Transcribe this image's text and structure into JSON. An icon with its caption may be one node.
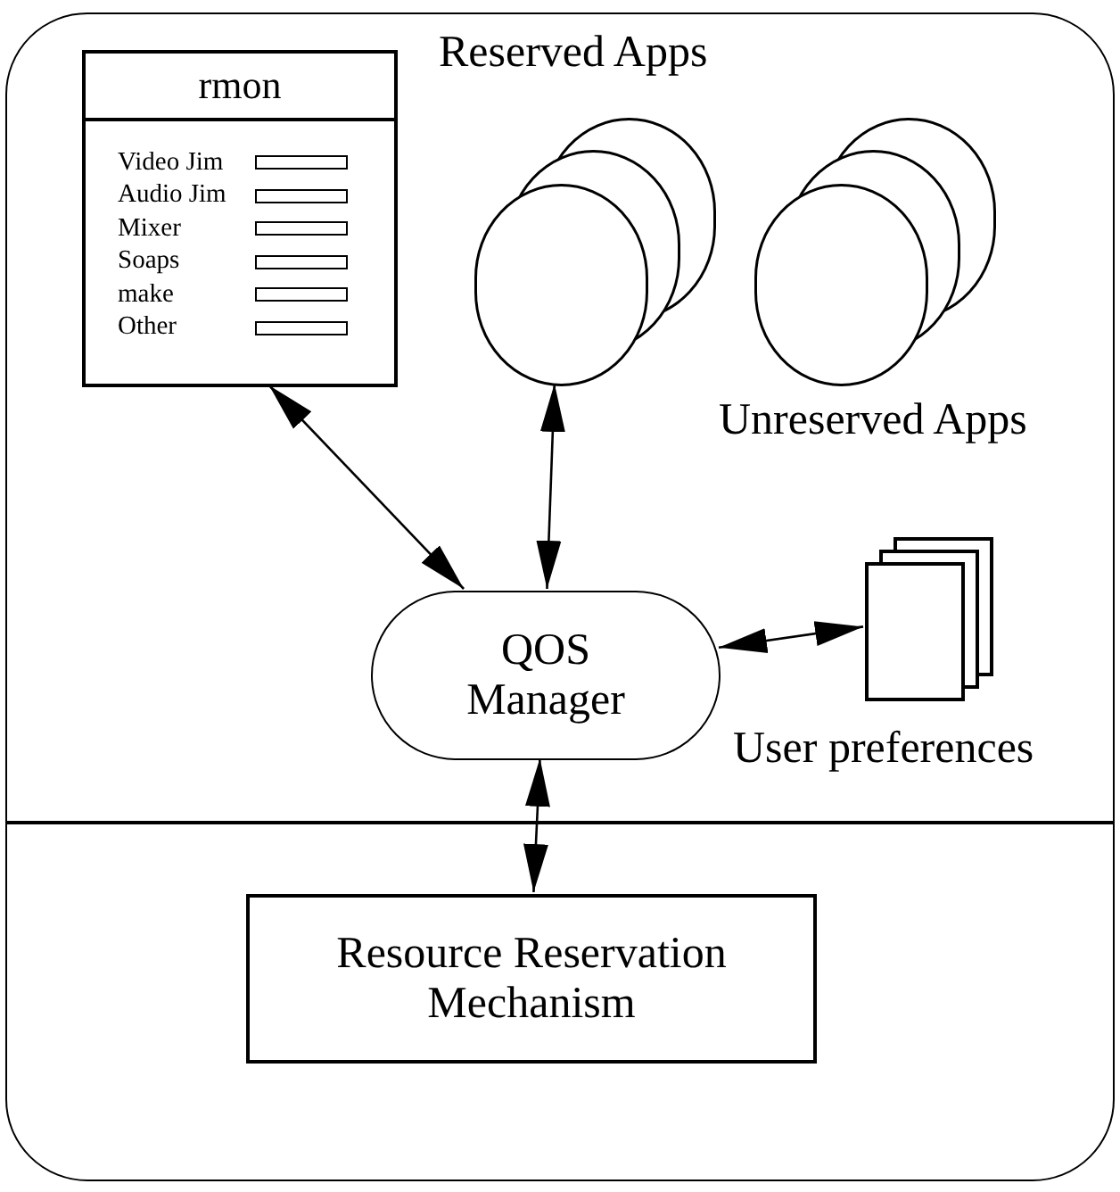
{
  "diagram": {
    "nodes": [
      {
        "text": [],
        "shape": "box"
      },
      {
        "text": [
          "rmon",
          "Video Jim",
          "Audio Jim",
          "Mixer",
          "Soaps",
          "make",
          "Other"
        ],
        "in": 0
      },
      {
        "text": [
          "Reserved Apps"
        ],
        "in": 0
      },
      {
        "text": [
          "Unreserved Apps"
        ],
        "in": 0
      },
      {
        "text": [
          "QOS Manager"
        ],
        "in": 0
      },
      {
        "text": [
          "User preferences"
        ],
        "in": 0
      },
      {
        "text": [
          "Resource Reservation Mechanism"
        ],
        "in": 0
      }
    ],
    "edges": [
      {
        "from": 1,
        "to": 4,
        "arrow": "both"
      },
      {
        "from": 2,
        "to": 4,
        "arrow": "both"
      },
      {
        "from": 4,
        "to": 5,
        "arrow": "both"
      },
      {
        "from": 4,
        "to": 6,
        "arrow": "both"
      }
    ]
  }
}
